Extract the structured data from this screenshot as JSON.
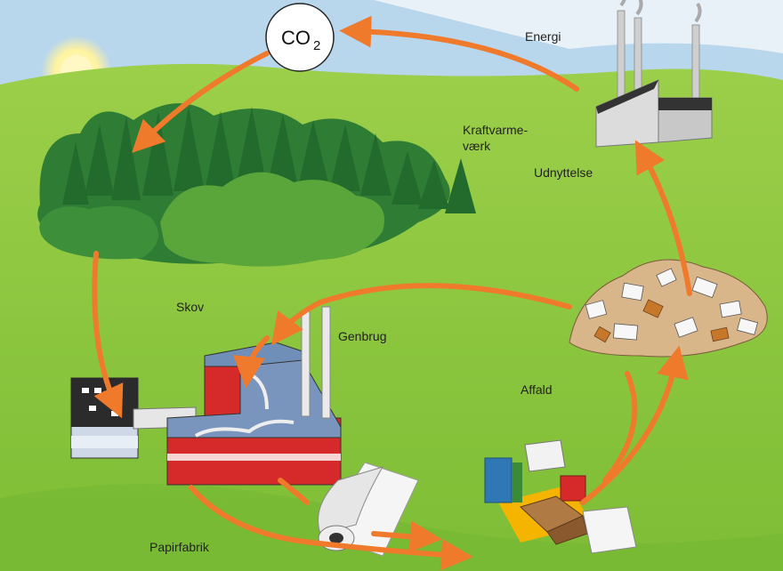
{
  "co2": {
    "main": "CO",
    "sub": "2"
  },
  "labels": {
    "energi": "Energi",
    "kraftvarme_1": "Kraftvarme-",
    "kraftvarme_2": "værk",
    "udnyttelse": "Udnyttelse",
    "skov": "Skov",
    "genbrug": "Genbrug",
    "affald": "Affald",
    "papirfabrik": "Papirfabrik"
  },
  "colors": {
    "arrow": "#f07a2c",
    "grass": "#8cc63f",
    "grass_dark": "#6fae2e",
    "forest": "#2f8a3a",
    "forest_light": "#5aa63a",
    "sky": "#b8d6ec",
    "sun": "#fff3a0",
    "factory_red": "#d62a2a",
    "factory_blue": "#6f8fb8"
  }
}
